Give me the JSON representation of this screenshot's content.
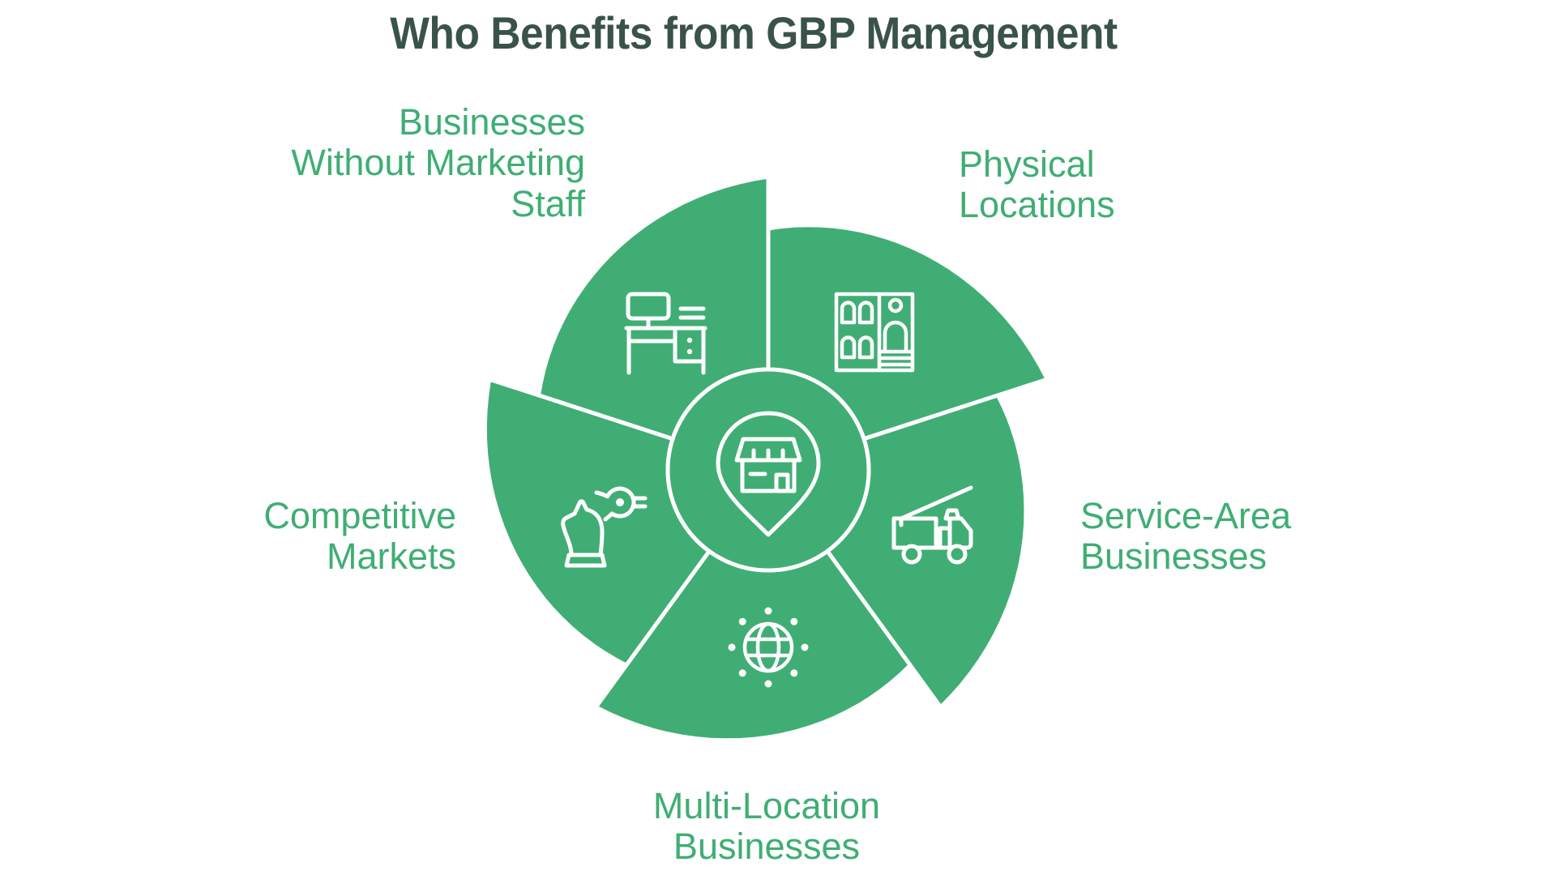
{
  "title": "Who Benefits from GBP Management",
  "colors": {
    "segment_green": "#40AE74",
    "label_green": "#3FAE74",
    "title_color": "#3A5348",
    "icon_stroke": "#FFFFFF",
    "background": "#FFFFFF"
  },
  "center": {
    "icon": "map-pin-storefront-icon"
  },
  "segments": [
    {
      "id": "businesses-without-marketing-staff",
      "label": "Businesses\nWithout Marketing\nStaff",
      "icon": "desk-computer-icon"
    },
    {
      "id": "physical-locations",
      "label": "Physical\nLocations",
      "icon": "storefront-building-icon"
    },
    {
      "id": "service-area-businesses",
      "label": "Service-Area\nBusinesses",
      "icon": "service-truck-icon"
    },
    {
      "id": "multi-location-businesses",
      "label": "Multi-Location\nBusinesses",
      "icon": "globe-network-icon"
    },
    {
      "id": "competitive-markets",
      "label": "Competitive\nMarkets",
      "icon": "chess-knight-icon"
    }
  ]
}
